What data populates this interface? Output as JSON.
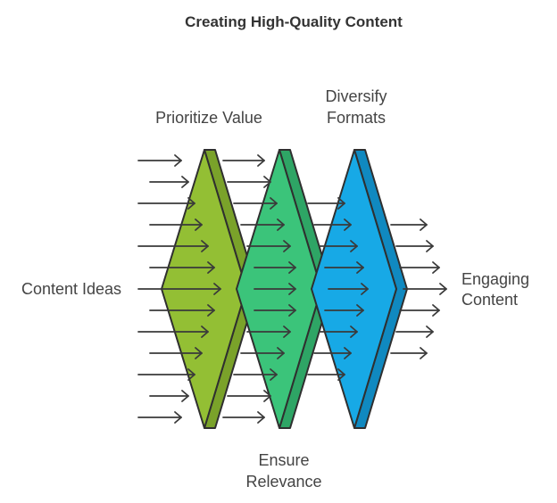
{
  "title": "Creating High-Quality Content",
  "input_label": "Content Ideas",
  "output_label": [
    "Engaging",
    "Content"
  ],
  "filters": [
    {
      "label": [
        "Prioritize Value"
      ],
      "color": "#93bf34",
      "shade": "#7aa22a",
      "label_position": "top"
    },
    {
      "label": [
        "Ensure",
        "Relevance"
      ],
      "color": "#3bc47a",
      "shade": "#2ea565",
      "label_position": "bottom"
    },
    {
      "label": [
        "Diversify",
        "Formats"
      ],
      "color": "#17a9e6",
      "shade": "#1089c0",
      "label_position": "top"
    }
  ],
  "colors": {
    "stroke": "#2f2f2f",
    "arrow": "#3a3a3a",
    "text": "#444444"
  }
}
